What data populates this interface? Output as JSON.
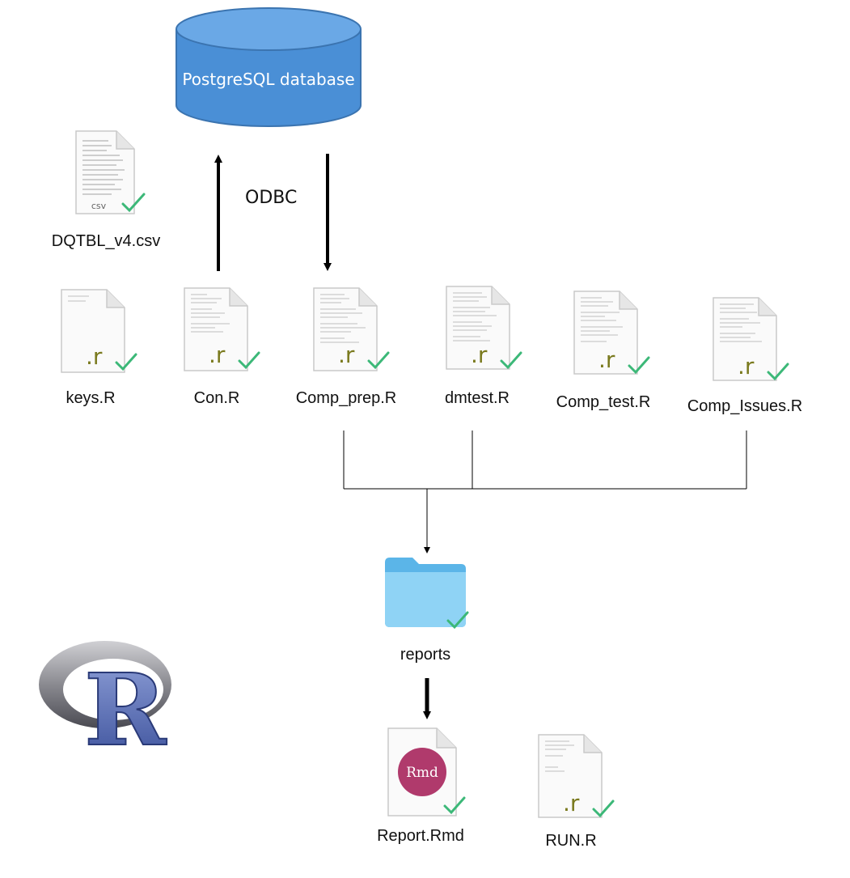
{
  "database": {
    "label": "PostgreSQL database"
  },
  "connector": {
    "label": "ODBC"
  },
  "files": [
    {
      "name": "DQTBL_v4.csv",
      "type": "csv",
      "ext": "csv"
    },
    {
      "name": "keys.R",
      "type": "r",
      "ext": ".r"
    },
    {
      "name": "Con.R",
      "type": "r",
      "ext": ".r"
    },
    {
      "name": "Comp_prep.R",
      "type": "r",
      "ext": ".r"
    },
    {
      "name": "dmtest.R",
      "type": "r",
      "ext": ".r"
    },
    {
      "name": "Comp_test.R",
      "type": "r",
      "ext": ".r"
    },
    {
      "name": "Comp_Issues.R",
      "type": "r",
      "ext": ".r"
    },
    {
      "name": "reports",
      "type": "folder"
    },
    {
      "name": "Report.Rmd",
      "type": "rmd",
      "ext": "Rmd"
    },
    {
      "name": "RUN.R",
      "type": "r",
      "ext": ".r"
    }
  ],
  "colors": {
    "db_fill": "#4a8fd6",
    "db_top": "#6aa8e6",
    "db_stroke": "#3b74b0",
    "check": "#3cb878",
    "r_ext": "#7a7a1e",
    "folder": "#7cc6f0",
    "rmd_badge": "#b03a6c"
  },
  "logo": {
    "letter": "R"
  }
}
